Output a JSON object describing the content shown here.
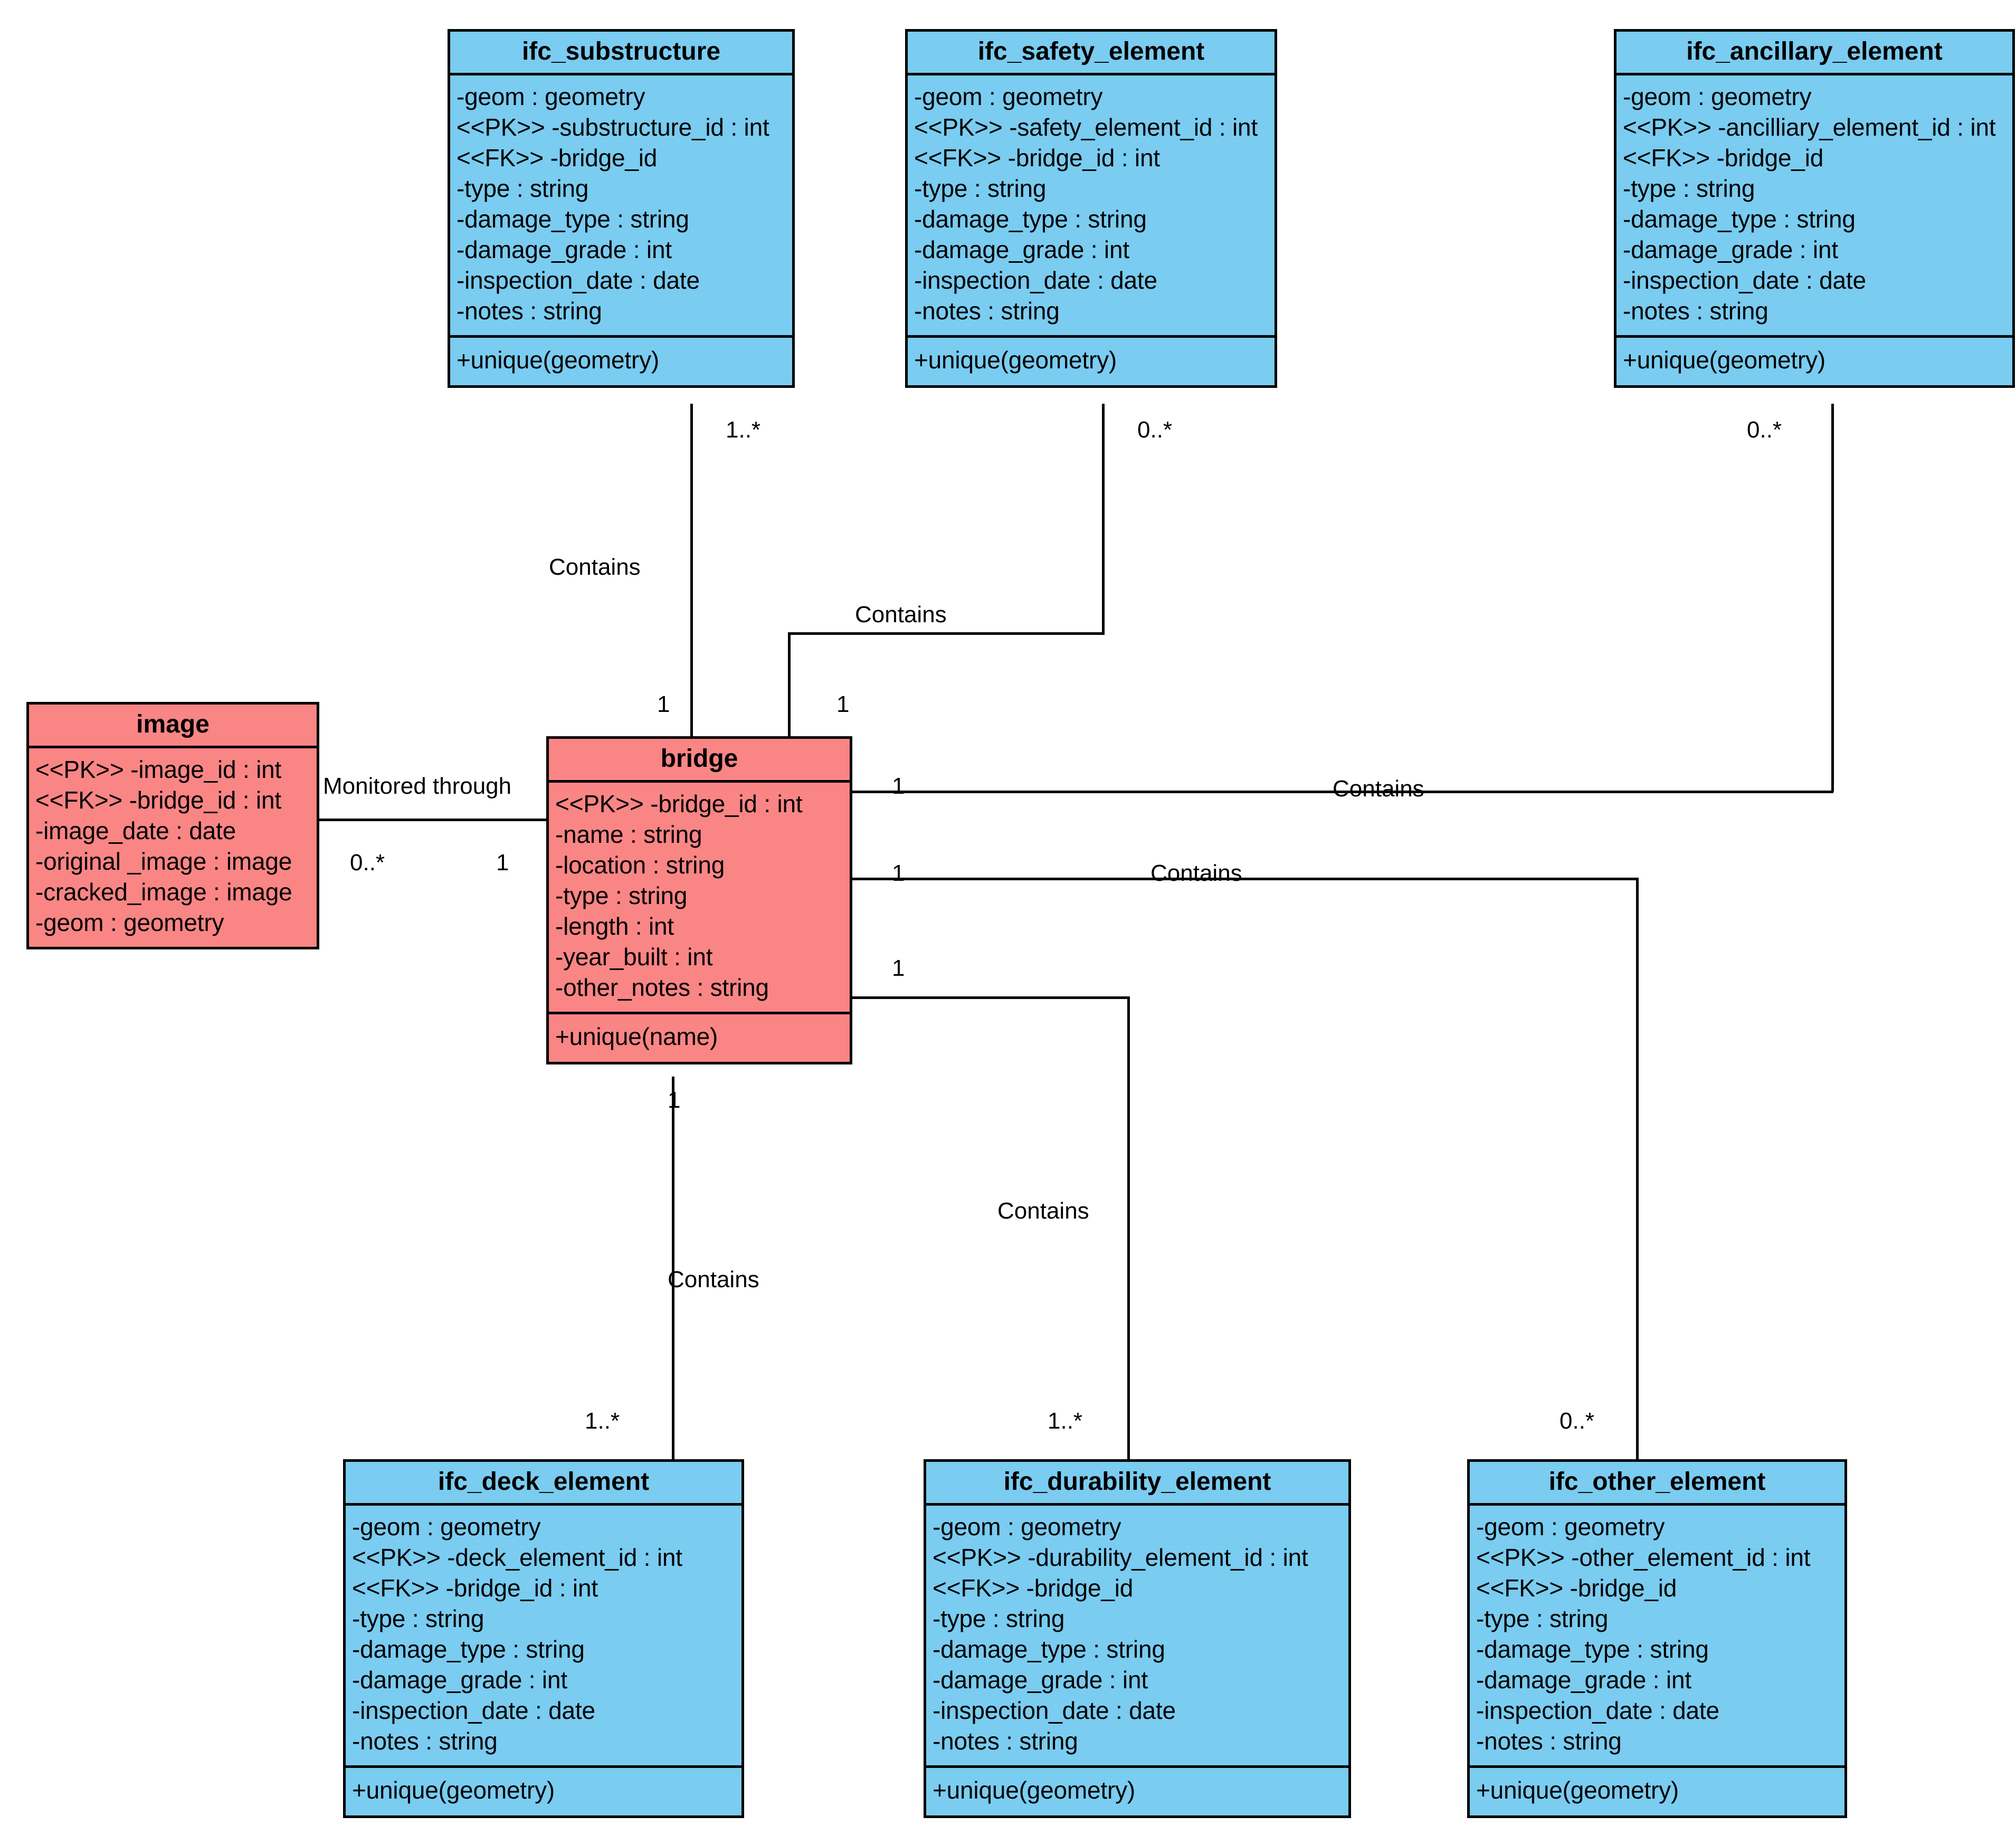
{
  "diagram": {
    "title": "Bridge inspection database UML class diagram",
    "colors": {
      "class_blue": "#7ACCF0",
      "class_pink": "#FA8585",
      "border": "#000000",
      "background": "#FFFFFF"
    }
  },
  "classes": {
    "ifc_substructure": {
      "name": "ifc_substructure",
      "attributes": [
        "-geom : geometry",
        "<<PK>> -substructure_id : int",
        "<<FK>> -bridge_id",
        "-type : string",
        "-damage_type : string",
        "-damage_grade : int",
        "-inspection_date : date",
        "-notes : string"
      ],
      "operations": [
        "+unique(geometry)"
      ]
    },
    "ifc_safety_element": {
      "name": "ifc_safety_element",
      "attributes": [
        "-geom : geometry",
        "<<PK>> -safety_element_id : int",
        "<<FK>> -bridge_id : int",
        "-type : string",
        "-damage_type : string",
        "-damage_grade : int",
        "-inspection_date : date",
        "-notes : string"
      ],
      "operations": [
        "+unique(geometry)"
      ]
    },
    "ifc_ancillary_element": {
      "name": "ifc_ancillary_element",
      "attributes": [
        "-geom : geometry",
        "<<PK>> -ancilliary_element_id : int",
        "<<FK>> -bridge_id",
        "-type : string",
        "-damage_type : string",
        "-damage_grade : int",
        "-inspection_date : date",
        "-notes : string"
      ],
      "operations": [
        "+unique(geometry)"
      ]
    },
    "image": {
      "name": "image",
      "attributes": [
        "<<PK>> -image_id : int",
        "<<FK>> -bridge_id : int",
        "-image_date : date",
        "-original _image : image",
        "-cracked_image : image",
        "-geom : geometry"
      ],
      "operations": []
    },
    "bridge": {
      "name": "bridge",
      "attributes": [
        "<<PK>> -bridge_id : int",
        "-name : string",
        "-location : string",
        "-type : string",
        "-length : int",
        "-year_built : int",
        "-other_notes : string"
      ],
      "operations": [
        "+unique(name)"
      ]
    },
    "ifc_deck_element": {
      "name": "ifc_deck_element",
      "attributes": [
        "-geom : geometry",
        "<<PK>> -deck_element_id : int",
        "<<FK>> -bridge_id : int",
        "-type : string",
        "-damage_type : string",
        "-damage_grade : int",
        "-inspection_date : date",
        "-notes : string"
      ],
      "operations": [
        "+unique(geometry)"
      ]
    },
    "ifc_durability_element": {
      "name": "ifc_durability_element",
      "attributes": [
        "-geom : geometry",
        "<<PK>> -durability_element_id : int",
        "<<FK>> -bridge_id",
        "-type : string",
        "-damage_type : string",
        "-damage_grade : int",
        "-inspection_date : date",
        "-notes : string"
      ],
      "operations": [
        "+unique(geometry)"
      ]
    },
    "ifc_other_element": {
      "name": "ifc_other_element",
      "attributes": [
        "-geom : geometry",
        "<<PK>> -other_element_id : int",
        "<<FK>> -bridge_id",
        "-type : string",
        "-damage_type : string",
        "-damage_grade : int",
        "-inspection_date : date",
        "-notes : string"
      ],
      "operations": [
        "+unique(geometry)"
      ]
    }
  },
  "relationships": [
    {
      "id": "bridge-substructure",
      "from": "bridge",
      "to": "ifc_substructure",
      "label": "Contains",
      "from_multiplicity": "1",
      "to_multiplicity": "1..*"
    },
    {
      "id": "bridge-safety",
      "from": "bridge",
      "to": "ifc_safety_element",
      "label": "Contains",
      "from_multiplicity": "1",
      "to_multiplicity": "0..*"
    },
    {
      "id": "bridge-ancillary",
      "from": "bridge",
      "to": "ifc_ancillary_element",
      "label": "Contains",
      "from_multiplicity": "1",
      "to_multiplicity": "0..*"
    },
    {
      "id": "image-bridge",
      "from": "image",
      "to": "bridge",
      "label": "Monitored through",
      "from_multiplicity": "0..*",
      "to_multiplicity": "1"
    },
    {
      "id": "bridge-other",
      "from": "bridge",
      "to": "ifc_other_element",
      "label": "Contains",
      "from_multiplicity": "1",
      "to_multiplicity": "0..*"
    },
    {
      "id": "bridge-durability",
      "from": "bridge",
      "to": "ifc_durability_element",
      "label": "Contains",
      "from_multiplicity": "1",
      "to_multiplicity": "1..*"
    },
    {
      "id": "bridge-deck",
      "from": "bridge",
      "to": "ifc_deck_element",
      "label": "Contains",
      "from_multiplicity": "1",
      "to_multiplicity": "1..*"
    }
  ],
  "edge_labels": {
    "contains_substructure": "Contains",
    "contains_safety": "Contains",
    "contains_ancillary": "Contains",
    "contains_other": "Contains",
    "contains_durability": "Contains",
    "contains_deck": "Contains",
    "monitored_through": "Monitored through"
  },
  "multiplicities": {
    "substructure_top": "1..*",
    "safety_top": "0..*",
    "ancillary_top": "0..*",
    "bridge_to_substructure": "1",
    "bridge_to_safety": "1",
    "bridge_to_ancillary": "1",
    "bridge_to_other": "1",
    "bridge_to_durability": "1",
    "bridge_to_deck": "1",
    "image_side": "0..*",
    "bridge_side_image": "1",
    "deck_bottom": "1..*",
    "durability_bottom": "1..*",
    "other_bottom": "0..*"
  }
}
